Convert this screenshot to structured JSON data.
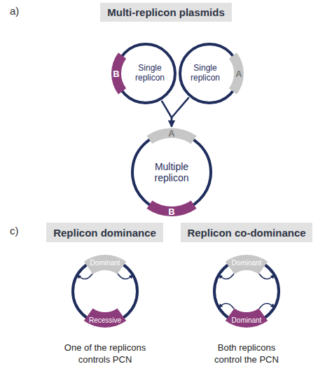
{
  "diagram": {
    "nodes": [
      {
        "text": [
          "Multi-replicon plasmids"
        ]
      },
      {
        "text": [
          "Single replicon"
        ]
      },
      {
        "text": [
          "B"
        ],
        "in": 1
      },
      {
        "text": [
          "Single replicon"
        ]
      },
      {
        "text": [
          "A"
        ],
        "in": 3
      },
      {
        "text": [
          "Multiple replicon"
        ]
      },
      {
        "text": [
          "A"
        ],
        "in": 5
      },
      {
        "text": [
          "B"
        ],
        "in": 5
      },
      {
        "text": [
          "Replicon dominance"
        ]
      },
      {
        "text": [
          "One of the replicons controls PCN"
        ]
      },
      {
        "text": [
          "Dominant"
        ],
        "in": 9
      },
      {
        "text": [
          "Recessive"
        ],
        "in": 9
      },
      {
        "text": [
          "Replicon co-dominance"
        ]
      },
      {
        "text": [
          "Both replicons control the PCN"
        ]
      },
      {
        "text": [
          "Dominant"
        ],
        "in": 13
      },
      {
        "text": [
          "Dominant"
        ],
        "in": 13
      }
    ],
    "edges": [
      {
        "from": 1,
        "to": 5,
        "arrow": "to"
      },
      {
        "from": 3,
        "to": 5,
        "arrow": "to"
      }
    ],
    "labels": [
      "a)",
      "c)"
    ]
  }
}
